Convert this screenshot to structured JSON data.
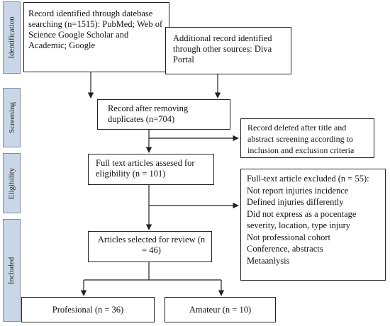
{
  "stages": {
    "identification": "Identification",
    "screening": "Screening",
    "eligibility": "Eligibility",
    "included": "Included"
  },
  "boxes": {
    "database_search": "Record identified through datebase searching (n=1515): PubMed; Web of Science Google Scholar and Academic; Google",
    "other_sources": "Additional record identified through other sources: Diva Portal",
    "after_duplicates": "Record after removing duplicates (n=704)",
    "deleted_screening": "Record deleted after title and abstract screening according to inclusion and exclusion criteria",
    "full_text": "Full text articles assesed for eligibility (n = 101)",
    "excluded_title": "Full-text article excluded (n = 55):",
    "excluded_reasons": [
      "Not report injuries incidence",
      "Defined injuries differently",
      "Did not express as a pocentage severity, location, type injury",
      "Not professional cohort",
      "Conference, abstracts",
      "Metaanlysis"
    ],
    "selected": "Articles selected for review (n = 46)",
    "professional": "Profesional (n = 36)",
    "amateur": "Amateur (n = 10)"
  }
}
